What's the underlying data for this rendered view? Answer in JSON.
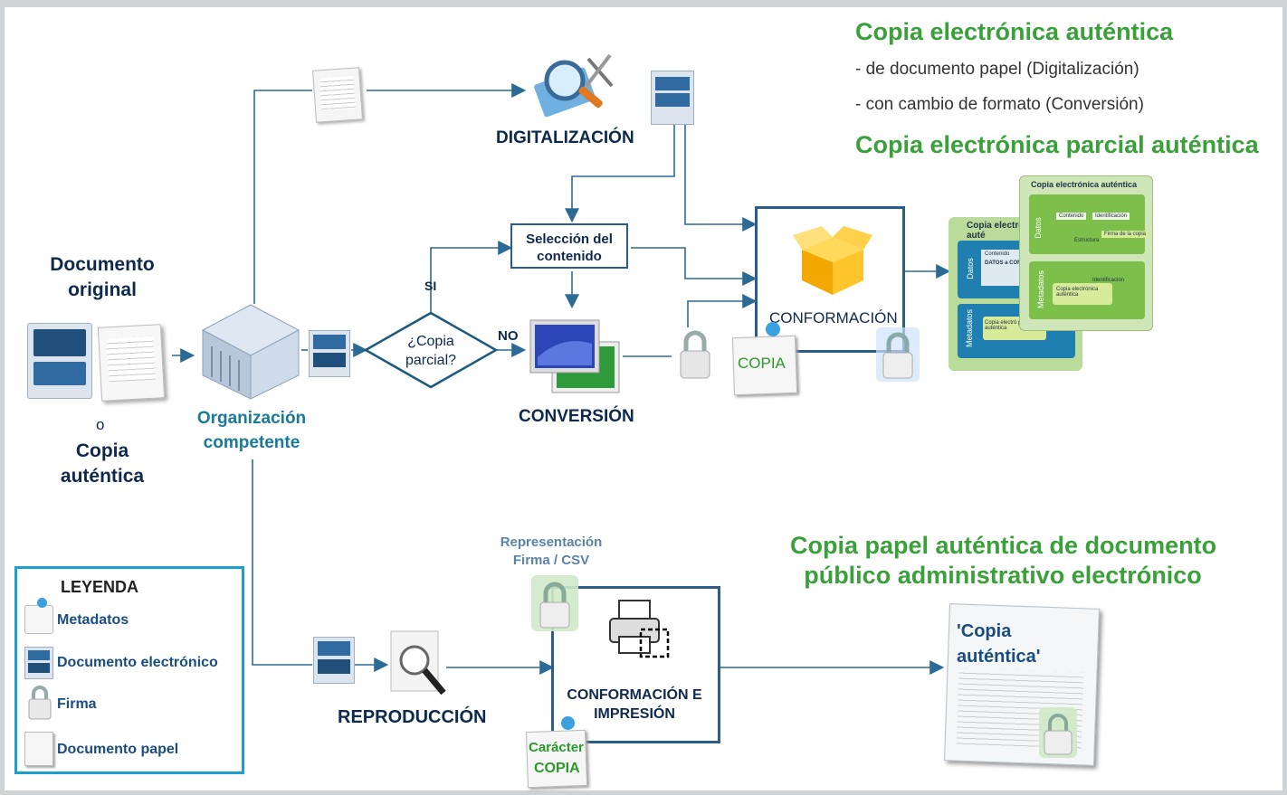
{
  "original": {
    "line1": "Documento",
    "line2": "original",
    "or": "o",
    "copy1": "Copia",
    "copy2": "auténtica"
  },
  "org": {
    "line1": "Organización",
    "line2": "competente"
  },
  "nodes": {
    "digitalizacion": "DIGITALIZACIÓN",
    "conversion": "CONVERSIÓN",
    "conformacion": "CONFORMACIÓN",
    "reproduccion": "REPRODUCCIÓN",
    "copia": "COPIA"
  },
  "decision": {
    "line1": "¿Copia",
    "line2": "parcial?",
    "yes": "SI",
    "no": "NO"
  },
  "seleccion": {
    "line1": "Selección del",
    "line2": "contenido"
  },
  "impresion": {
    "line1": "CONFORMACIÓN E",
    "line2": "IMPRESIÓN",
    "caracter": "Carácter",
    "copia": "COPIA"
  },
  "representacion": {
    "line1": "Representación",
    "line2": "Firma / CSV"
  },
  "right_titles": {
    "title1": "Copia electrónica auténtica",
    "bullet1": "- de documento papel (Digitalización)",
    "bullet2": "- con cambio de formato (Conversión)",
    "title2": "Copia electrónica parcial auténtica",
    "paper1": "Copia papel auténtica de documento",
    "paper2": "público administrativo electrónico"
  },
  "result_cards": {
    "back_title": "Copia electró auté",
    "back_datos": "Datos",
    "back_metadatos": "Metadatos",
    "back_items": [
      "Contenido",
      "DATOS a CONTENIDO",
      "Copia electró parcial auténtica"
    ],
    "front_title": "Copia electrónica auténtica",
    "front_datos": "Datos",
    "front_metadatos": "Metadatos",
    "front_items": [
      "Contenido",
      "Identificación",
      "Firma de la copia",
      "Estructura",
      "Identificación",
      "Copia electrónica auténtica"
    ]
  },
  "paper_copy": {
    "line1": "'Copia",
    "line2": "auténtica'"
  },
  "legend": {
    "title": "LEYENDA",
    "items": [
      "Metadatos",
      "Documento electrónico",
      "Firma",
      "Documento papel"
    ]
  },
  "colors": {
    "navy": "#0d2a4e",
    "teal": "#1a7a9c",
    "green": "#3aa03a",
    "box_border": "#2b5d8a",
    "legend_border": "#1aa0d0",
    "arrow": "#2b6a95"
  }
}
